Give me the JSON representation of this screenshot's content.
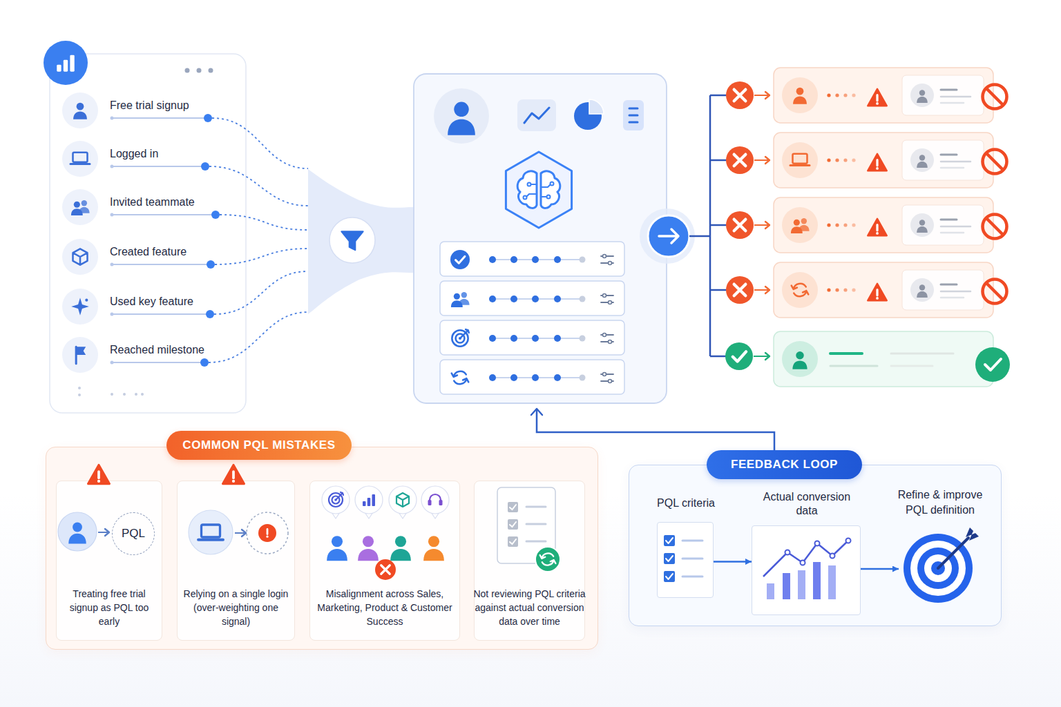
{
  "diagram": {
    "nodes": [
      {
        "text": [
          "Free trial signup"
        ]
      },
      {
        "text": [
          "Logged in"
        ]
      },
      {
        "text": [
          "Invited teammate"
        ]
      },
      {
        "text": [
          "Created feature"
        ]
      },
      {
        "text": [
          "Used key feature"
        ]
      },
      {
        "text": [
          "Reached milestone"
        ]
      },
      {
        "text": [
          "COMMON PQL MISTAKES"
        ]
      },
      {
        "text": [
          "Treating free trial signup as PQL too early"
        ],
        "in": 6
      },
      {
        "text": [
          "PQL"
        ],
        "in": 7
      },
      {
        "text": [
          "Relying on a single login (over-weighting one signal)"
        ],
        "in": 6
      },
      {
        "text": [
          "Misalignment across Sales, Marketing, Product & Customer Success"
        ],
        "in": 6
      },
      {
        "text": [
          "Not reviewing PQL criteria against actual conversion data over time"
        ],
        "in": 6
      },
      {
        "text": [
          "FEEDBACK LOOP"
        ]
      },
      {
        "text": [
          "PQL criteria"
        ],
        "in": 12
      },
      {
        "text": [
          "Actual conversion data"
        ],
        "in": 12
      },
      {
        "text": [
          "Refine & improve PQL definition"
        ],
        "in": 12
      }
    ],
    "edges": [
      {
        "from": 13,
        "to": 14,
        "arrow": "to"
      },
      {
        "from": 14,
        "to": 15,
        "arrow": "to"
      }
    ]
  }
}
